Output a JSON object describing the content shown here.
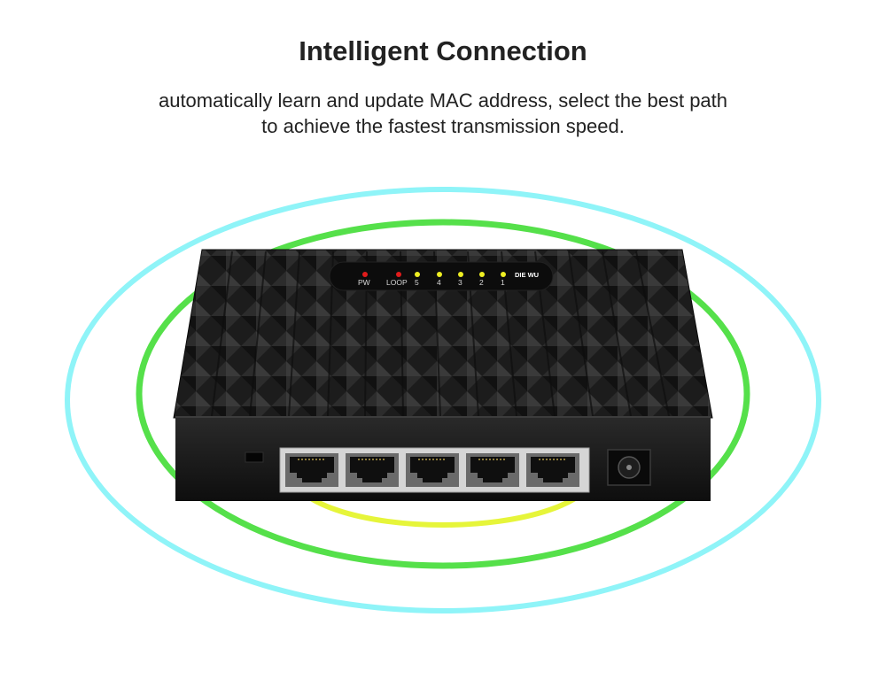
{
  "headline": "Intelligent Connection",
  "subtitle": {
    "line1": "automatically learn and update MAC address, select the best path",
    "line2": "to achieve the fastest transmission speed."
  },
  "device": {
    "brand": "DIE WU",
    "indicators": [
      {
        "label": "PW",
        "color": "#e01b1b"
      },
      {
        "label": "LOOP",
        "color": "#e01b1b"
      },
      {
        "label": "5",
        "color": "#eeee22"
      },
      {
        "label": "4",
        "color": "#eeee22"
      },
      {
        "label": "3",
        "color": "#eeee22"
      },
      {
        "label": "2",
        "color": "#eeee22"
      },
      {
        "label": "1",
        "color": "#eeee22"
      }
    ],
    "ports": 5
  },
  "colors": {
    "outer_ring": "#8ff4f8",
    "middle_ring": "#55e04a",
    "inner_ring": "#e6f53a",
    "body": "#1a1a1a"
  }
}
